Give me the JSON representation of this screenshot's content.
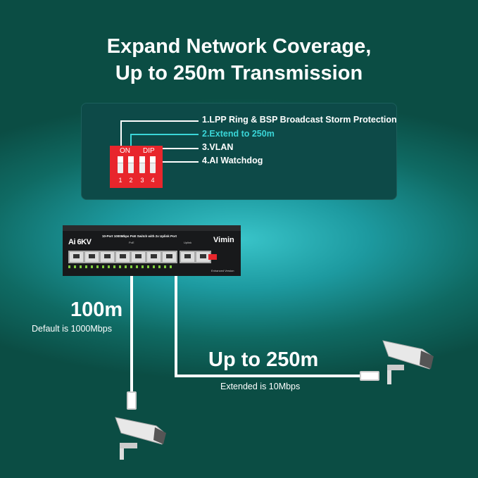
{
  "headline": {
    "line1": "Expand Network Coverage,",
    "line2": "Up to 250m Transmission"
  },
  "dip_panel": {
    "options": [
      "1.LPP Ring & BSP Broadcast Storm Protection",
      "2.Extend to 250m",
      "3.VLAN",
      "4.AI Watchdog"
    ],
    "highlight_color": "#3ad6d8",
    "switch_labels": {
      "on": "ON",
      "dip": "DIP"
    },
    "switch_numbers": [
      "1",
      "2",
      "3",
      "4"
    ]
  },
  "device": {
    "brand": "Vimin",
    "logo": "Ai 6KV",
    "description": "10-Port 1000Mbps PoE Switch with 2x Uplink Port",
    "poe_label": "PoE",
    "uplink_label": "Uplink",
    "edition": "Enhanced Version"
  },
  "left_link": {
    "distance": "100m",
    "note": "Default is 1000Mbps"
  },
  "right_link": {
    "distance": "Up to 250m",
    "note": "Extended is 10Mbps"
  },
  "icons": [
    "camera-icon",
    "rj45-connector-icon"
  ]
}
